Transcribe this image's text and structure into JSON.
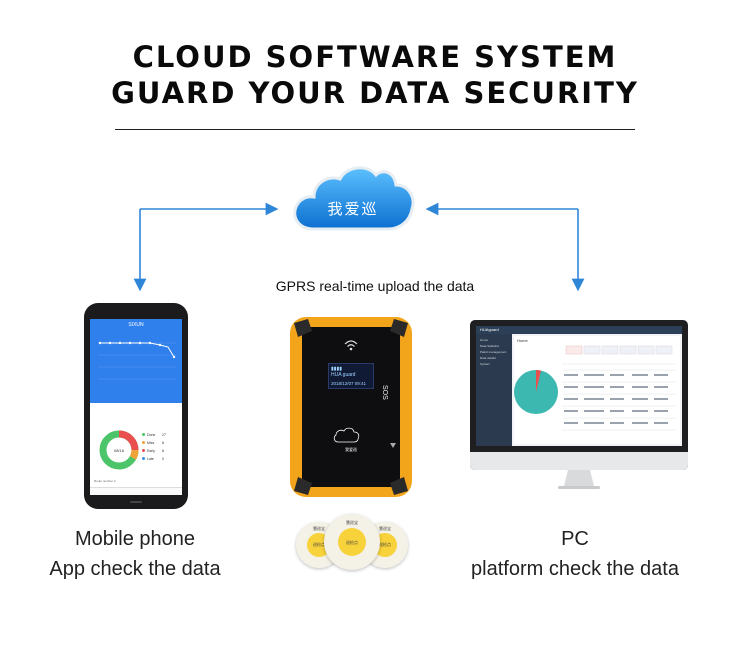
{
  "header": {
    "line1": "CLOUD SOFTWARE SYSTEM",
    "line2": "GUARD YOUR DATA SECURITY"
  },
  "cloud": {
    "label": "我爱巡"
  },
  "connector": {
    "label": "GPRS real-time upload the data",
    "color": "#2f86d6"
  },
  "mobile": {
    "caption_line1": "Mobile phone",
    "caption_line2": "App check the data",
    "app_title": "SIXUN",
    "donut_center": "08/16",
    "legend": [
      {
        "label": "Done",
        "value": "27",
        "color": "#4cc46a"
      },
      {
        "label": "Miss",
        "value": "8",
        "color": "#f0a33a"
      },
      {
        "label": "Early",
        "value": "8",
        "color": "#e94f4f"
      },
      {
        "label": "Late",
        "value": "0",
        "color": "#3a8ee6"
      }
    ],
    "footer": "Route number   4"
  },
  "device": {
    "lcd_line1": "HUA guard",
    "lcd_line2": "2018/12/07 09:41",
    "side_label": "SOS",
    "cloud_text": "我爱巡"
  },
  "tags": {
    "label_top": "慧巡宝",
    "label_mid": "巡检点"
  },
  "pc": {
    "caption_line1": "PC",
    "caption_line2": "platform check the data",
    "logo": "HUAguard",
    "crumb": "Home",
    "sidebar": [
      "Home",
      "Data Statistics",
      "Patrol management",
      "Data details",
      "System"
    ]
  },
  "colors": {
    "accent_blue": "#2f80ed",
    "cloud_blue": "#1687e3",
    "device_orange": "#f2a51a"
  }
}
